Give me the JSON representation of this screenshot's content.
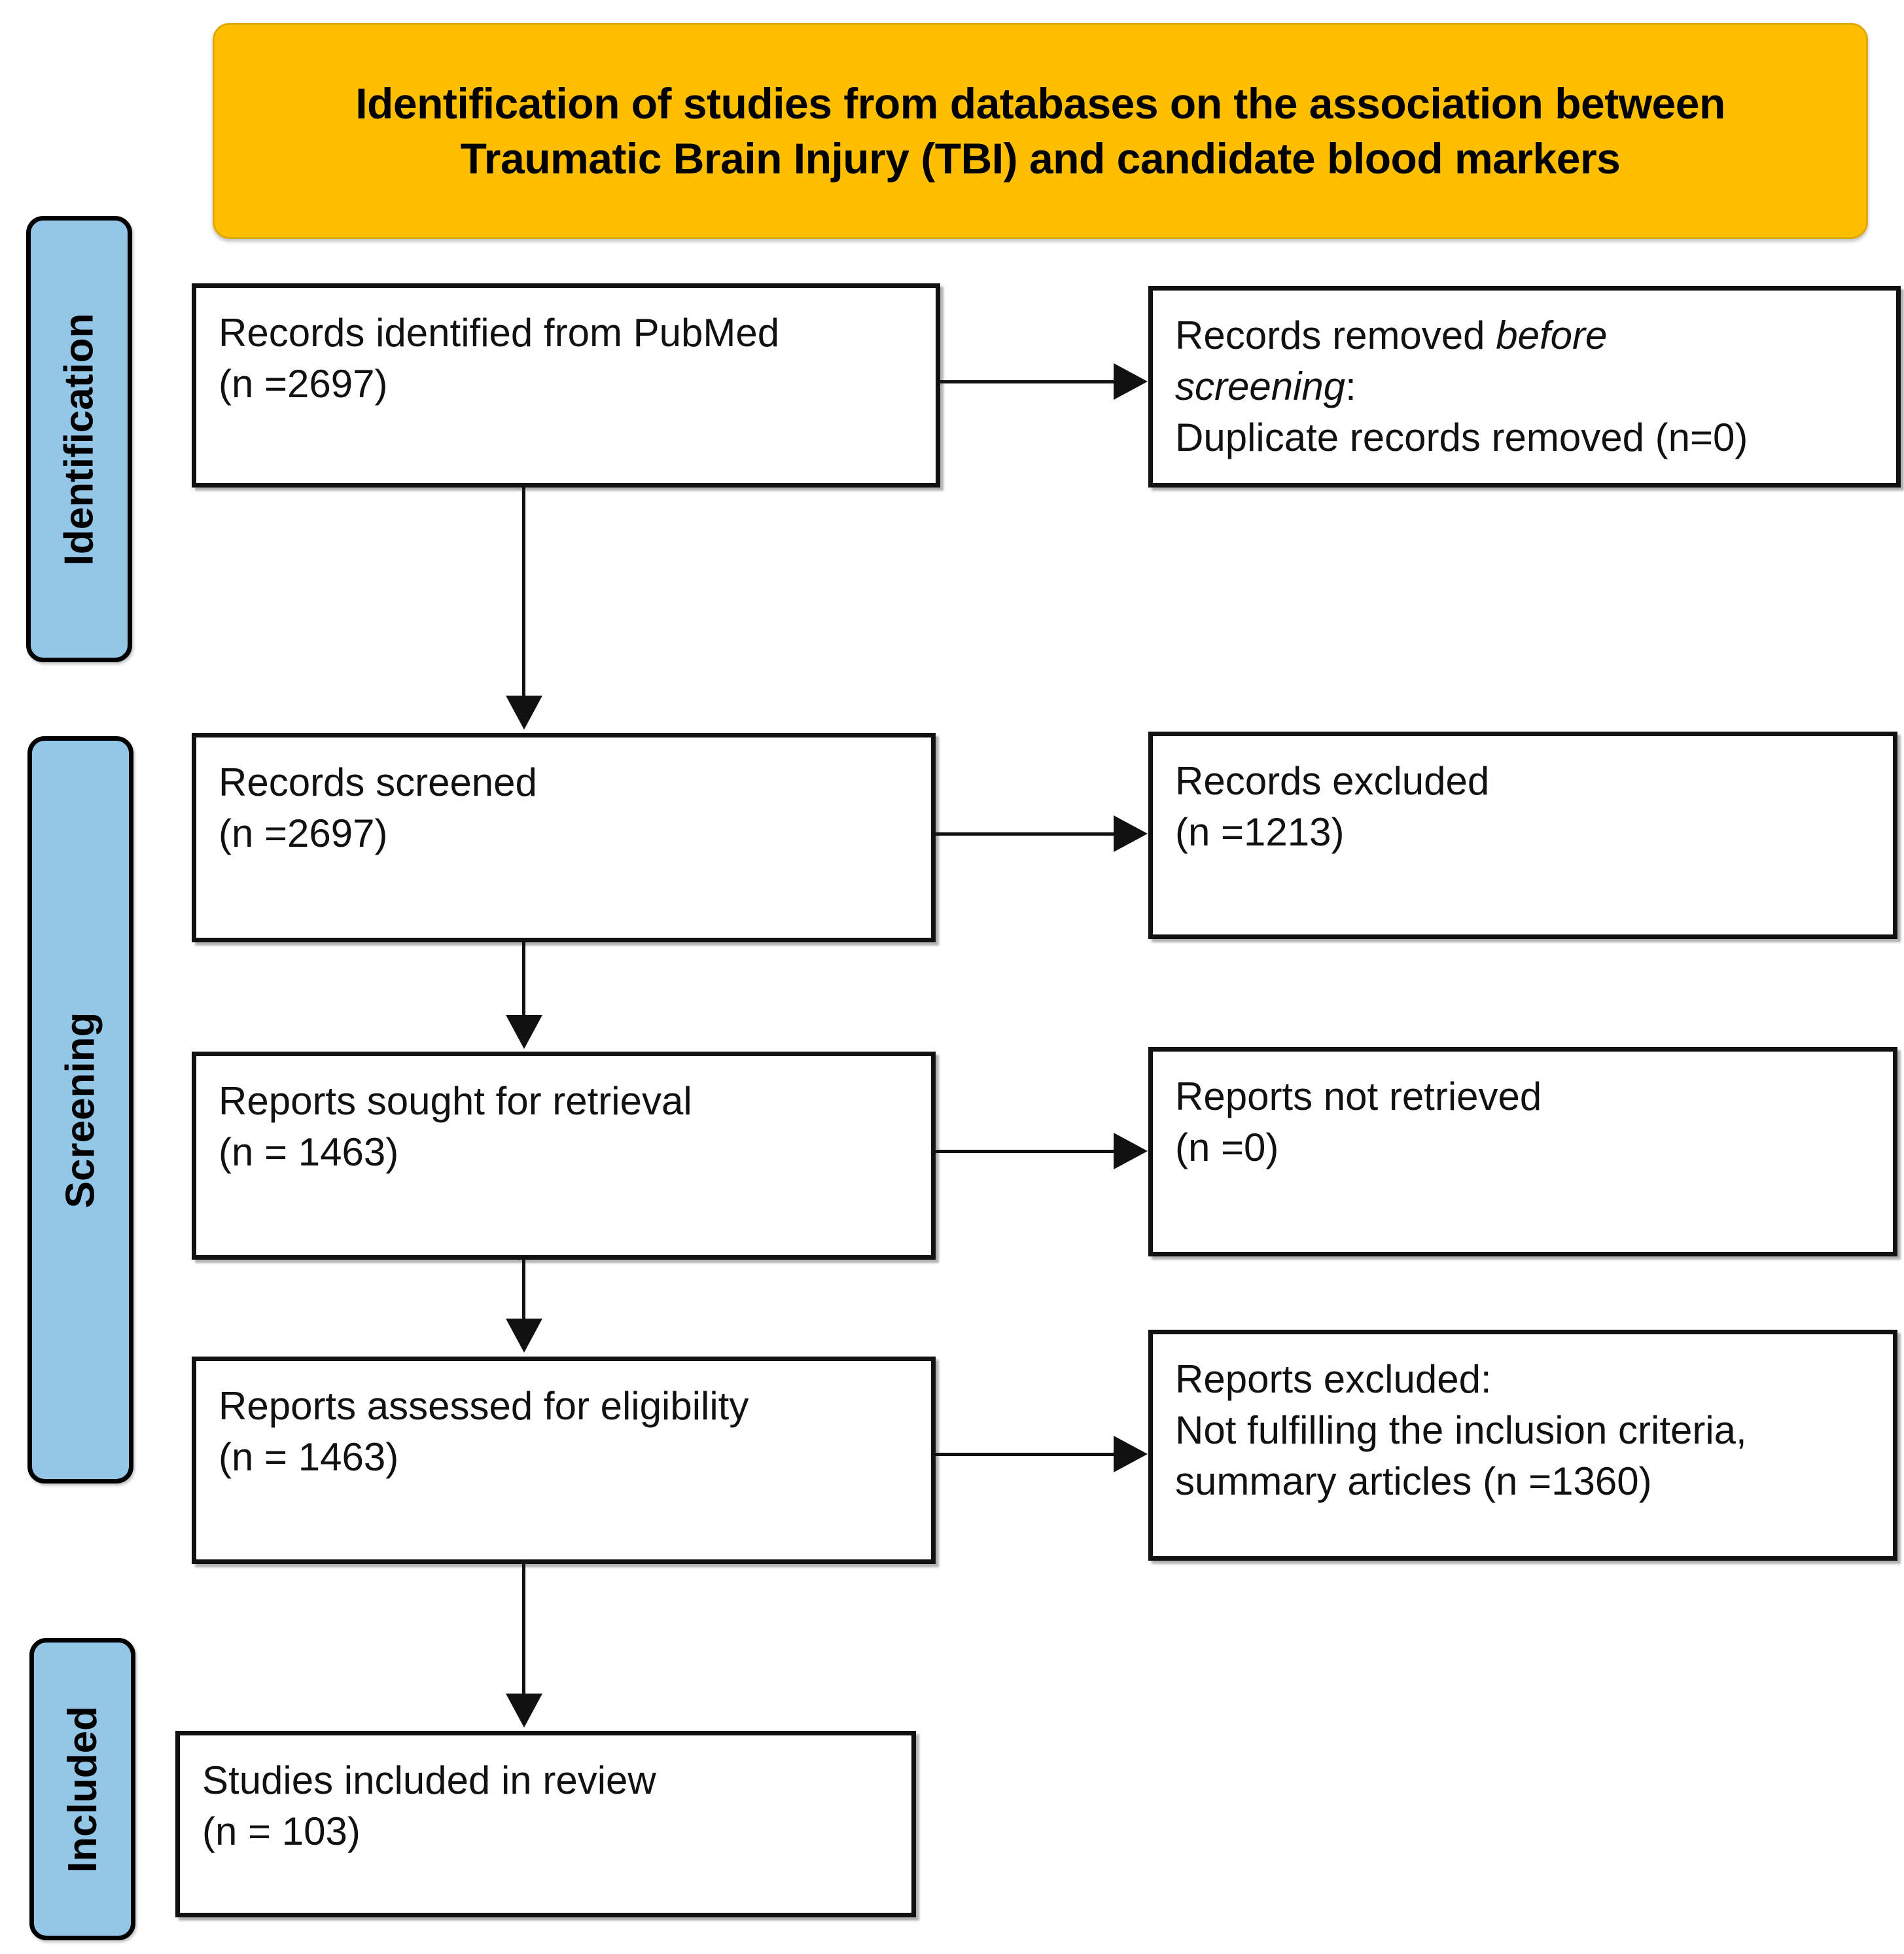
{
  "header": {
    "title": "Identification of studies from databases on the association between\nTraumatic Brain Injury (TBI) and candidate blood markers",
    "background_color": "#FFBF00"
  },
  "stages": {
    "accent_color": "#93C6E7",
    "identification_label": "Identification",
    "screening_label": "Screening",
    "included_label": "Included"
  },
  "boxes": {
    "identified": {
      "text": "Records identified from PubMed\n(n =2697)",
      "label": "Records identified from PubMed",
      "count": "(n =2697)"
    },
    "removed_before_screening": {
      "line1_plain": "Records removed ",
      "line1_italic": "before",
      "line2_italic": "screening",
      "line2_plain": ":",
      "line3": "Duplicate records removed (n=0)"
    },
    "screened": {
      "text": "Records screened\n(n =2697)",
      "label": "Records screened",
      "count": "(n =2697)"
    },
    "records_excluded": {
      "text": "Records excluded\n(n =1213)",
      "label": "Records excluded",
      "count": "(n =1213)"
    },
    "sought_for_retrieval": {
      "text": "Reports sought for retrieval\n(n = 1463)",
      "label": "Reports sought for retrieval",
      "count": "(n = 1463)"
    },
    "not_retrieved": {
      "text": "Reports not retrieved\n(n =0)",
      "label": "Reports not retrieved",
      "count": "(n =0)"
    },
    "assessed_for_eligibility": {
      "text": "Reports assessed for eligibility\n(n = 1463)",
      "label": "Reports assessed for eligibility",
      "count": "(n = 1463)"
    },
    "reports_excluded": {
      "text": "Reports excluded:\nNot fulfilling the inclusion criteria,\nsummary articles (n =1360)",
      "label": "Reports excluded:",
      "count": "(n =1360)"
    },
    "studies_included": {
      "text": "Studies included in review\n(n = 103)",
      "label": "Studies included in review",
      "count": "(n = 103)"
    }
  },
  "chart_data": {
    "type": "diagram",
    "diagram_type": "PRISMA 2020 flow diagram",
    "title": "Identification of studies from databases on the association between Traumatic Brain Injury (TBI) and candidate blood markers",
    "stages": [
      "Identification",
      "Screening",
      "Included"
    ],
    "nodes": [
      {
        "id": "identified",
        "stage": "Identification",
        "label": "Records identified from PubMed",
        "n": 2697,
        "column": "left"
      },
      {
        "id": "removed_before_screening",
        "stage": "Identification",
        "label": "Records removed before screening: Duplicate records removed",
        "n": 0,
        "column": "right"
      },
      {
        "id": "screened",
        "stage": "Screening",
        "label": "Records screened",
        "n": 2697,
        "column": "left"
      },
      {
        "id": "records_excluded",
        "stage": "Screening",
        "label": "Records excluded",
        "n": 1213,
        "column": "right"
      },
      {
        "id": "sought_for_retrieval",
        "stage": "Screening",
        "label": "Reports sought for retrieval",
        "n": 1463,
        "column": "left"
      },
      {
        "id": "not_retrieved",
        "stage": "Screening",
        "label": "Reports not retrieved",
        "n": 0,
        "column": "right"
      },
      {
        "id": "assessed_for_eligibility",
        "stage": "Screening",
        "label": "Reports assessed for eligibility",
        "n": 1463,
        "column": "left"
      },
      {
        "id": "reports_excluded",
        "stage": "Screening",
        "label": "Reports excluded: Not fulfilling the inclusion criteria, summary articles",
        "n": 1360,
        "column": "right"
      },
      {
        "id": "studies_included",
        "stage": "Included",
        "label": "Studies included in review",
        "n": 103,
        "column": "left"
      }
    ],
    "edges": [
      {
        "from": "identified",
        "to": "removed_before_screening",
        "direction": "right"
      },
      {
        "from": "identified",
        "to": "screened",
        "direction": "down"
      },
      {
        "from": "screened",
        "to": "records_excluded",
        "direction": "right"
      },
      {
        "from": "screened",
        "to": "sought_for_retrieval",
        "direction": "down"
      },
      {
        "from": "sought_for_retrieval",
        "to": "not_retrieved",
        "direction": "right"
      },
      {
        "from": "sought_for_retrieval",
        "to": "assessed_for_eligibility",
        "direction": "down"
      },
      {
        "from": "assessed_for_eligibility",
        "to": "reports_excluded",
        "direction": "right"
      },
      {
        "from": "assessed_for_eligibility",
        "to": "studies_included",
        "direction": "down"
      }
    ]
  }
}
